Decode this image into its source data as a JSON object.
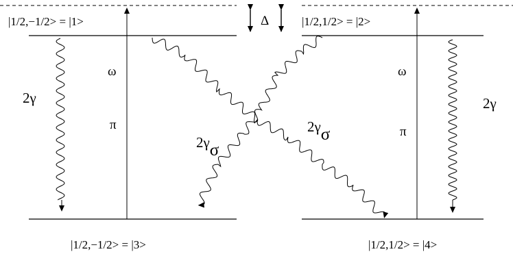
{
  "levels": {
    "level_1": "|1/2,−1/2> = |1>",
    "level_2": "|1/2,1/2> = |2>",
    "level_3": "|1/2,−1/2> = |3>",
    "level_4": "|1/2,1/2> = |4>"
  },
  "detuning": {
    "symbol": "Δ"
  },
  "left_transition": {
    "drive_freq": "ω",
    "pulse": "π",
    "decay": "2γ"
  },
  "right_transition": {
    "drive_freq": "ω",
    "pulse": "π",
    "decay": "2γ"
  },
  "cross_decay": {
    "left": {
      "base": "2γ",
      "sub": "σ"
    },
    "right": {
      "base": "2γ",
      "sub": "σ"
    }
  }
}
